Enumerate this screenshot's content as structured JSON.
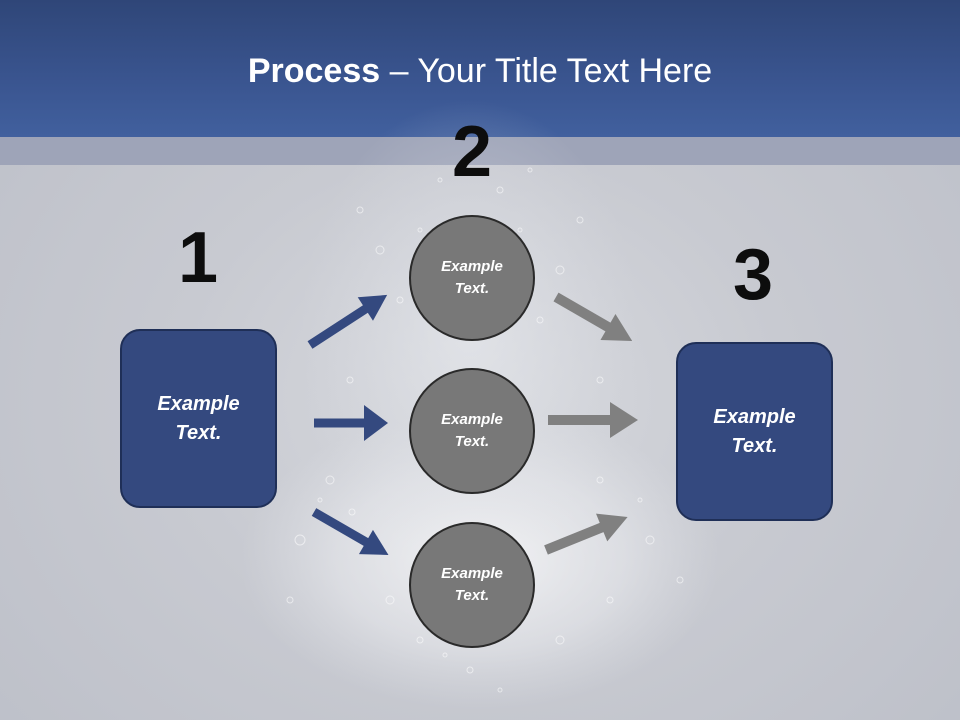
{
  "title": {
    "bold": "Process",
    "rest": " – Your Title Text Here"
  },
  "steps": {
    "one": "1",
    "two": "2",
    "three": "3"
  },
  "left_box": {
    "text": "Example Text."
  },
  "right_box": {
    "text": "Example Text."
  },
  "circles": [
    {
      "text": "Example Text."
    },
    {
      "text": "Example Text."
    },
    {
      "text": "Example Text."
    }
  ],
  "colors": {
    "title_band": "#3a5590",
    "box_fill": "#34497f",
    "circle_fill": "#787878",
    "arrow_blue": "#34497f",
    "arrow_gray": "#808080"
  }
}
